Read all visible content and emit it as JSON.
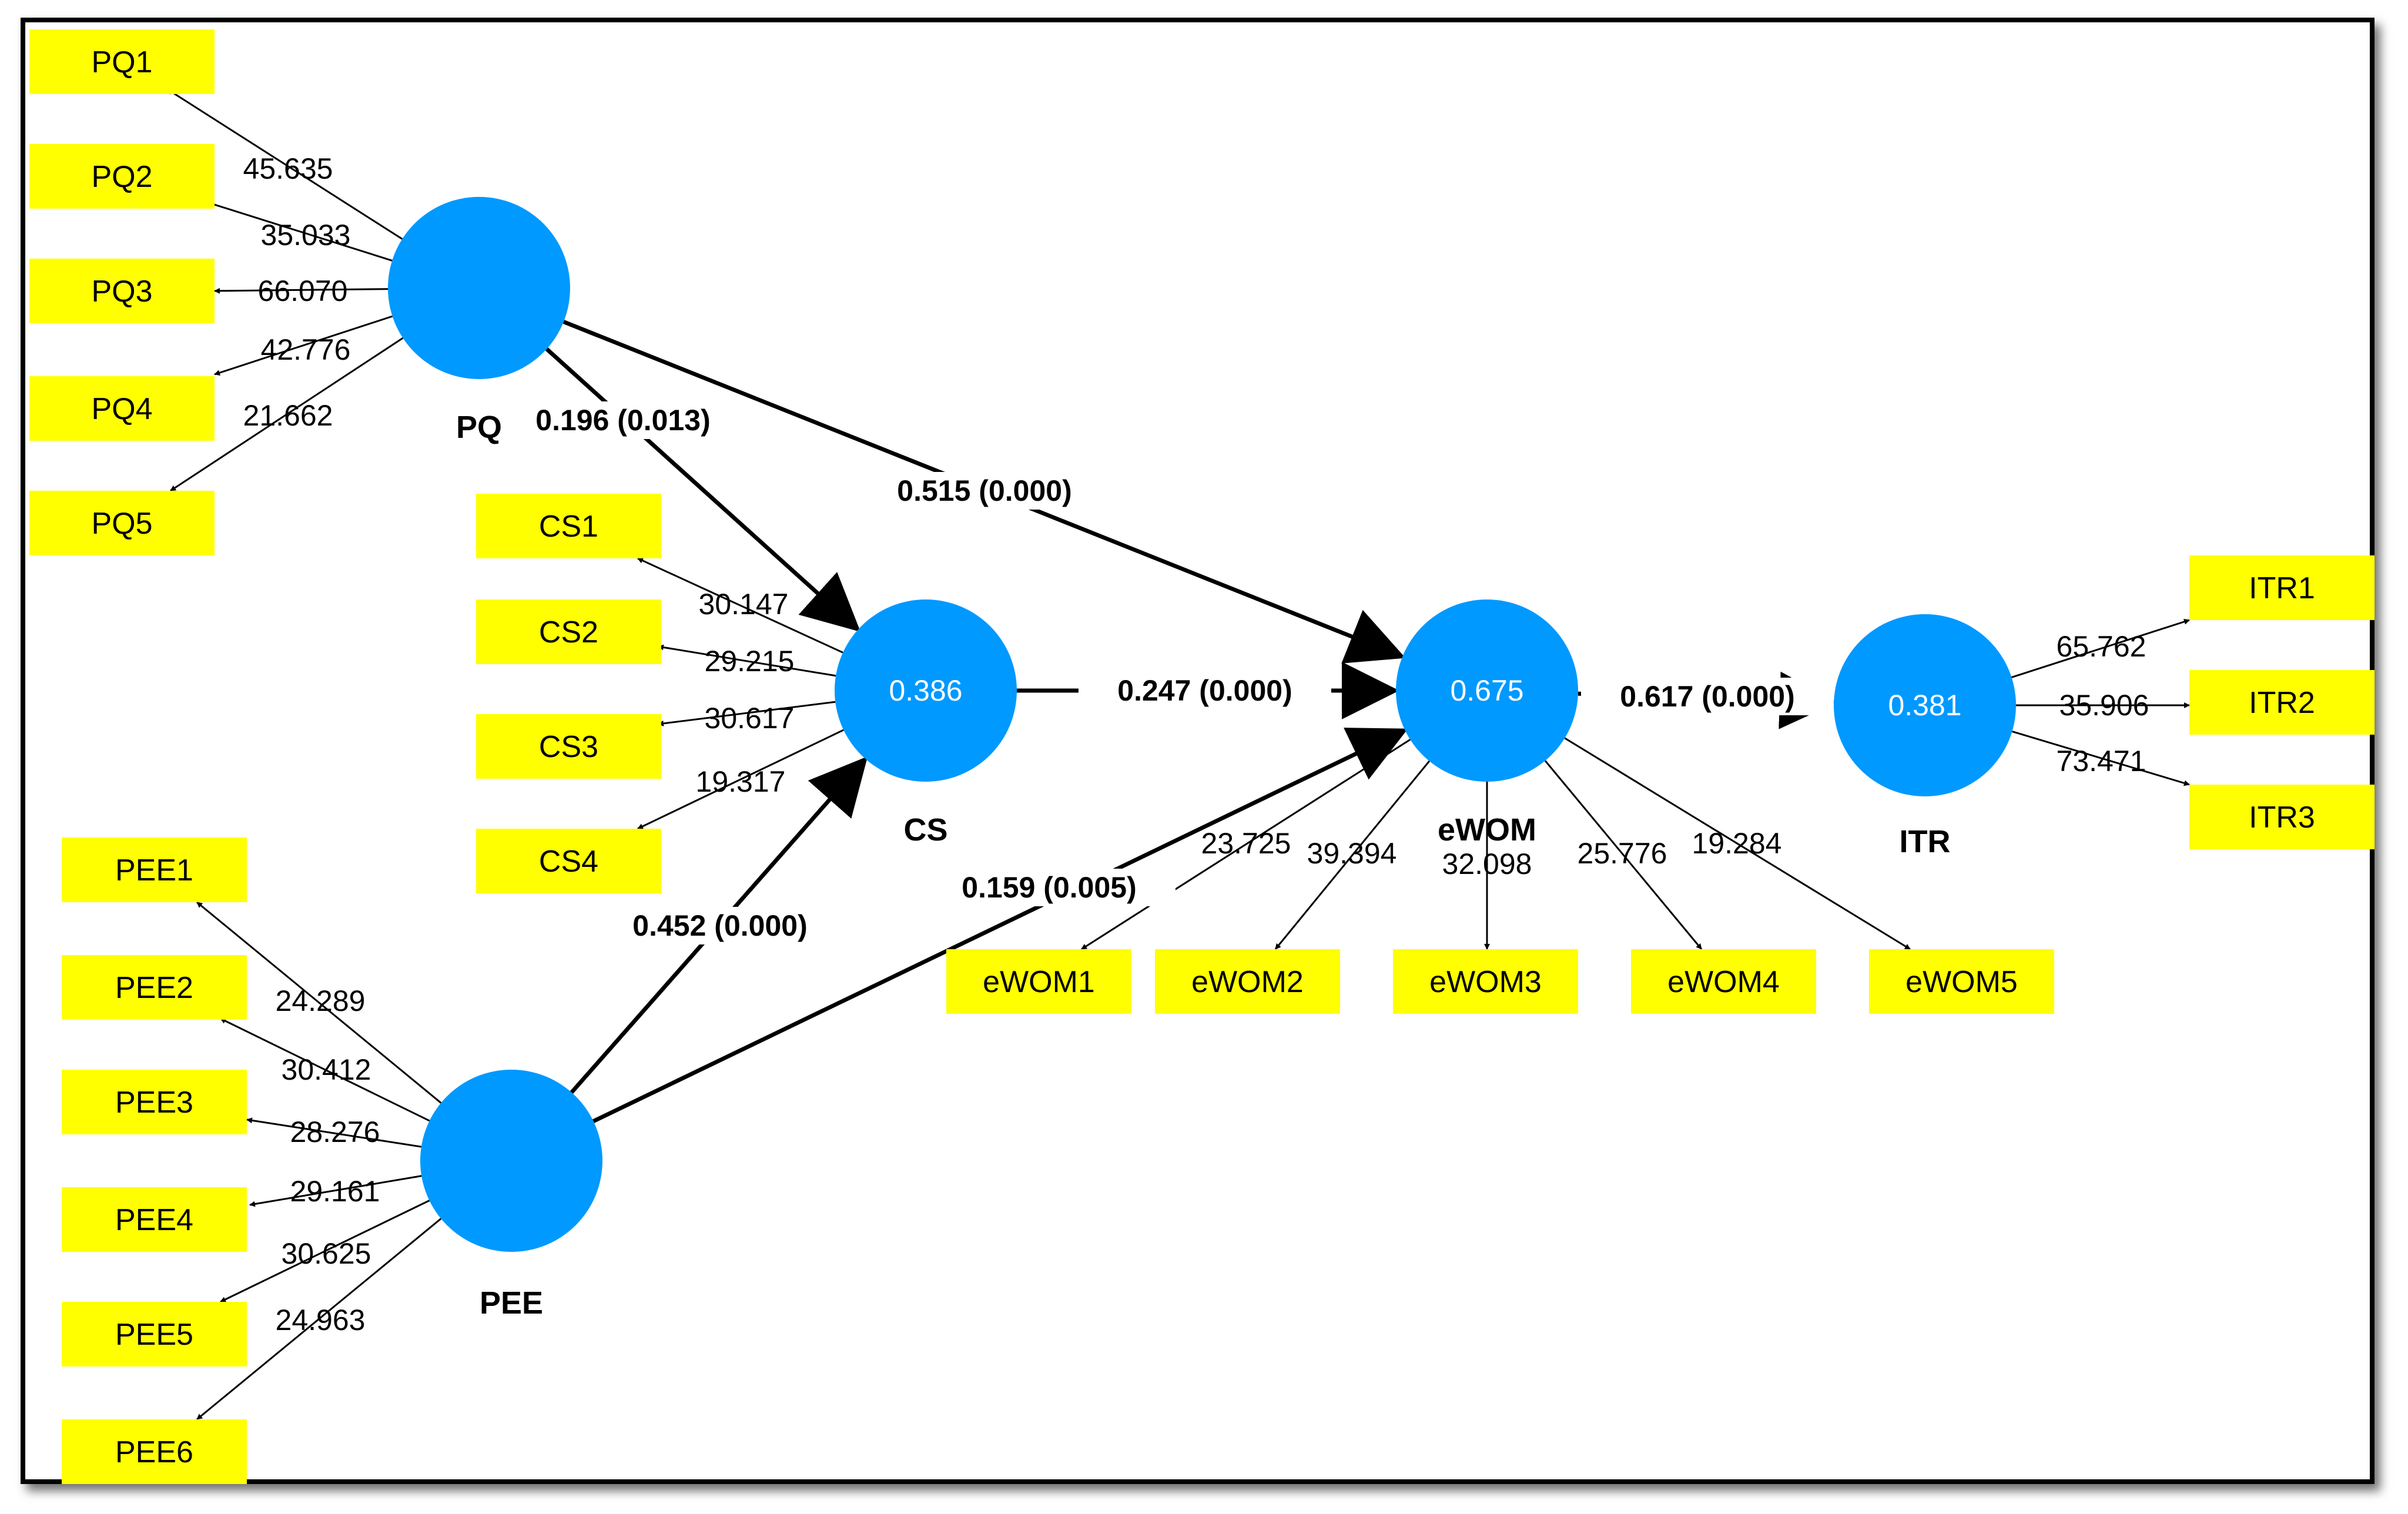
{
  "colors": {
    "indicator_fill": "#ffff00",
    "construct_fill": "#0099ff",
    "line": "#000000",
    "r2_text": "#ffffff"
  },
  "constructs": [
    {
      "id": "PQ",
      "name": "PQ",
      "r2": ""
    },
    {
      "id": "CS",
      "name": "CS",
      "r2": "0.386"
    },
    {
      "id": "PEE",
      "name": "PEE",
      "r2": ""
    },
    {
      "id": "eWOM",
      "name": "eWOM",
      "r2": "0.675"
    },
    {
      "id": "ITR",
      "name": "ITR",
      "r2": "0.381"
    }
  ],
  "indicators": {
    "PQ": [
      {
        "name": "PQ1",
        "loading": "45.635"
      },
      {
        "name": "PQ2",
        "loading": "35.033"
      },
      {
        "name": "PQ3",
        "loading": "66.070"
      },
      {
        "name": "PQ4",
        "loading": "42.776"
      },
      {
        "name": "PQ5",
        "loading": "21.662"
      }
    ],
    "CS": [
      {
        "name": "CS1",
        "loading": "30.147"
      },
      {
        "name": "CS2",
        "loading": "29.215"
      },
      {
        "name": "CS3",
        "loading": "30.617"
      },
      {
        "name": "CS4",
        "loading": "19.317"
      }
    ],
    "PEE": [
      {
        "name": "PEE1",
        "loading": "24.289"
      },
      {
        "name": "PEE2",
        "loading": "30.412"
      },
      {
        "name": "PEE3",
        "loading": "28.276"
      },
      {
        "name": "PEE4",
        "loading": "29.161"
      },
      {
        "name": "PEE5",
        "loading": "30.625"
      },
      {
        "name": "PEE6",
        "loading": "24.963"
      }
    ],
    "eWOM": [
      {
        "name": "eWOM1",
        "loading": "23.725"
      },
      {
        "name": "eWOM2",
        "loading": "39.394"
      },
      {
        "name": "eWOM3",
        "loading": "32.098"
      },
      {
        "name": "eWOM4",
        "loading": "25.776"
      },
      {
        "name": "eWOM5",
        "loading": "19.284"
      }
    ],
    "ITR": [
      {
        "name": "ITR1",
        "loading": "65.762"
      },
      {
        "name": "ITR2",
        "loading": "35.906"
      },
      {
        "name": "ITR3",
        "loading": "73.471"
      }
    ]
  },
  "paths": [
    {
      "from": "PQ",
      "to": "CS",
      "label": "0.196 (0.013)"
    },
    {
      "from": "PQ",
      "to": "eWOM",
      "label": "0.515 (0.000)"
    },
    {
      "from": "CS",
      "to": "eWOM",
      "label": "0.247 (0.000)"
    },
    {
      "from": "PEE",
      "to": "CS",
      "label": "0.452 (0.000)"
    },
    {
      "from": "PEE",
      "to": "eWOM",
      "label": "0.159 (0.005)"
    },
    {
      "from": "eWOM",
      "to": "ITR",
      "label": "0.617 (0.000)"
    }
  ]
}
